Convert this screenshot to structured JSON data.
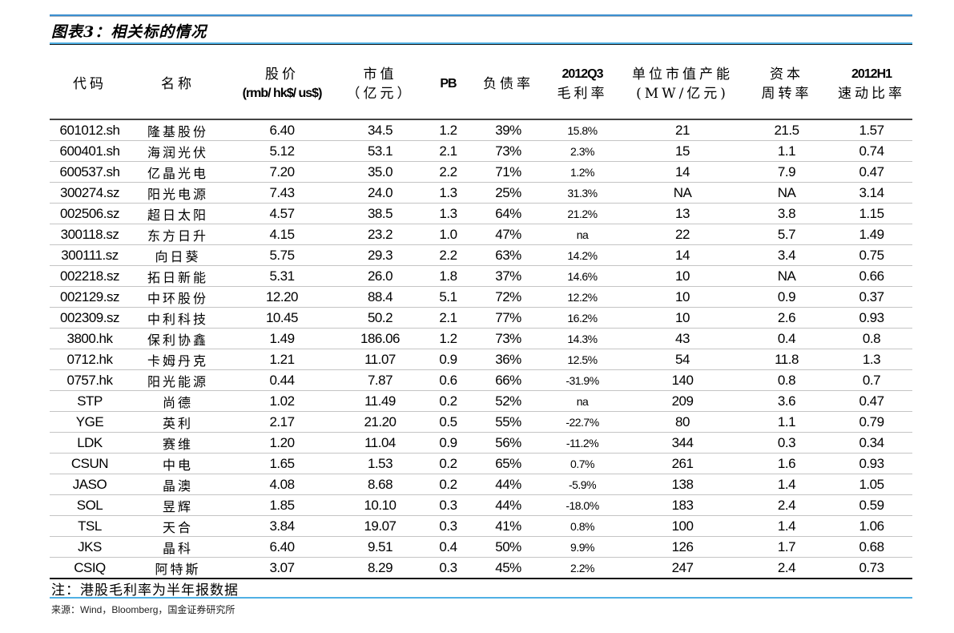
{
  "title": "图表3：相关标的情况",
  "table": {
    "headers": [
      {
        "line1": "代码",
        "line2": ""
      },
      {
        "line1": "名称",
        "line2": ""
      },
      {
        "line1": "股价",
        "line2": "(rmb/ hk$/ us$)"
      },
      {
        "line1": "市值",
        "line2": "（亿元）"
      },
      {
        "line1": "PB",
        "line2": ""
      },
      {
        "line1": "负债率",
        "line2": ""
      },
      {
        "line1": "2012Q3",
        "line2": "毛利率"
      },
      {
        "line1": "单位市值产能",
        "line2": "(MW/亿元)"
      },
      {
        "line1": "资本",
        "line2": "周转率"
      },
      {
        "line1": "2012H1",
        "line2": "速动比率"
      }
    ],
    "rows": [
      [
        "601012.sh",
        "隆基股份",
        "6.40",
        "34.5",
        "1.2",
        "39%",
        "15.8%",
        "21",
        "21.5",
        "1.57"
      ],
      [
        "600401.sh",
        "海润光伏",
        "5.12",
        "53.1",
        "2.1",
        "73%",
        "2.3%",
        "15",
        "1.1",
        "0.74"
      ],
      [
        "600537.sh",
        "亿晶光电",
        "7.20",
        "35.0",
        "2.2",
        "71%",
        "1.2%",
        "14",
        "7.9",
        "0.47"
      ],
      [
        "300274.sz",
        "阳光电源",
        "7.43",
        "24.0",
        "1.3",
        "25%",
        "31.3%",
        "NA",
        "NA",
        "3.14"
      ],
      [
        "002506.sz",
        "超日太阳",
        "4.57",
        "38.5",
        "1.3",
        "64%",
        "21.2%",
        "13",
        "3.8",
        "1.15"
      ],
      [
        "300118.sz",
        "东方日升",
        "4.15",
        "23.2",
        "1.0",
        "47%",
        "na",
        "22",
        "5.7",
        "1.49"
      ],
      [
        "300111.sz",
        "向日葵",
        "5.75",
        "29.3",
        "2.2",
        "63%",
        "14.2%",
        "14",
        "3.4",
        "0.75"
      ],
      [
        "002218.sz",
        "拓日新能",
        "5.31",
        "26.0",
        "1.8",
        "37%",
        "14.6%",
        "10",
        "NA",
        "0.66"
      ],
      [
        "002129.sz",
        "中环股份",
        "12.20",
        "88.4",
        "5.1",
        "72%",
        "12.2%",
        "10",
        "0.9",
        "0.37"
      ],
      [
        "002309.sz",
        "中利科技",
        "10.45",
        "50.2",
        "2.1",
        "77%",
        "16.2%",
        "10",
        "2.6",
        "0.93"
      ],
      [
        "3800.hk",
        "保利协鑫",
        "1.49",
        "186.06",
        "1.2",
        "73%",
        "14.3%",
        "43",
        "0.4",
        "0.8"
      ],
      [
        "0712.hk",
        "卡姆丹克",
        "1.21",
        "11.07",
        "0.9",
        "36%",
        "12.5%",
        "54",
        "11.8",
        "1.3"
      ],
      [
        "0757.hk",
        "阳光能源",
        "0.44",
        "7.87",
        "0.6",
        "66%",
        "-31.9%",
        "140",
        "0.8",
        "0.7"
      ],
      [
        "STP",
        "尚德",
        "1.02",
        "11.49",
        "0.2",
        "52%",
        "na",
        "209",
        "3.6",
        "0.47"
      ],
      [
        "YGE",
        "英利",
        "2.17",
        "21.20",
        "0.5",
        "55%",
        "-22.7%",
        "80",
        "1.1",
        "0.79"
      ],
      [
        "LDK",
        "赛维",
        "1.20",
        "11.04",
        "0.9",
        "56%",
        "-11.2%",
        "344",
        "0.3",
        "0.34"
      ],
      [
        "CSUN",
        "中电",
        "1.65",
        "1.53",
        "0.2",
        "65%",
        "0.7%",
        "261",
        "1.6",
        "0.93"
      ],
      [
        "JASO",
        "晶澳",
        "4.08",
        "8.68",
        "0.2",
        "44%",
        "-5.9%",
        "138",
        "1.4",
        "1.05"
      ],
      [
        "SOL",
        "昱辉",
        "1.85",
        "10.10",
        "0.3",
        "44%",
        "-18.0%",
        "183",
        "2.4",
        "0.59"
      ],
      [
        "TSL",
        "天合",
        "3.84",
        "19.07",
        "0.3",
        "41%",
        "0.8%",
        "100",
        "1.4",
        "1.06"
      ],
      [
        "JKS",
        "晶科",
        "6.40",
        "9.51",
        "0.4",
        "50%",
        "9.9%",
        "126",
        "1.7",
        "0.68"
      ],
      [
        "CSIQ",
        "阿特斯",
        "3.07",
        "8.29",
        "0.3",
        "45%",
        "2.2%",
        "247",
        "2.4",
        "0.73"
      ]
    ]
  },
  "note": "注：港股毛利率为半年报数据",
  "source": {
    "label": "来源：",
    "text": "Wind，Bloomberg，",
    "org": "国金证券研究所"
  },
  "colors": {
    "accent_blue": "#4fb0e4",
    "rule_dark": "#1a1a1a",
    "row_divider": "#c4c4c4"
  }
}
